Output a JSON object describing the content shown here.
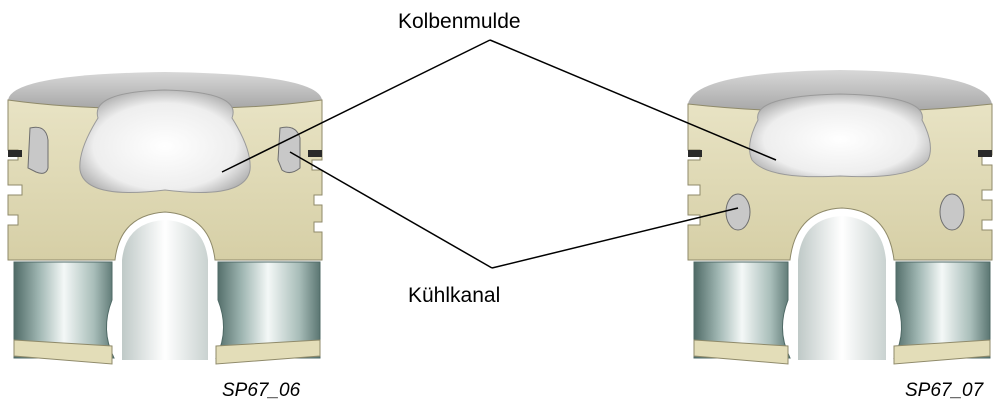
{
  "labels": {
    "bowl": "Kolbenmulde",
    "cooling_channel": "Kühlkanal"
  },
  "figure_codes": {
    "left": "SP67_06",
    "right": "SP67_07"
  },
  "colors": {
    "section_fill": "#e3ddb8",
    "section_edge": "#8f8a6a",
    "metal_light": "#eef3f2",
    "metal_dark": "#6f8a86",
    "crown_top": "#cfcfcf",
    "leader_line": "#000000"
  }
}
